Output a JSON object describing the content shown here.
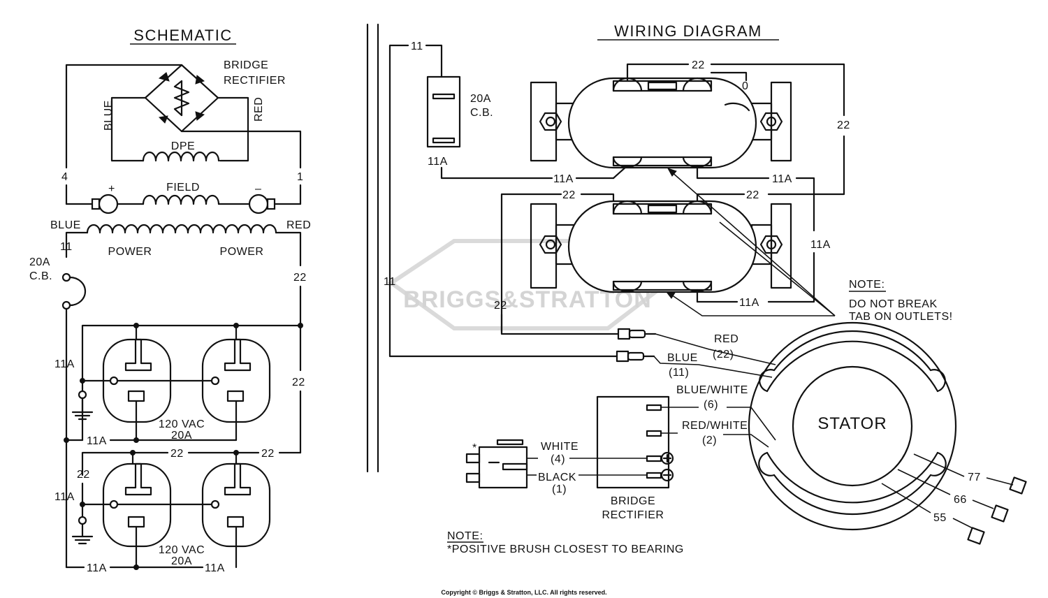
{
  "schematic": {
    "title": "SCHEMATIC",
    "bridge_rectifier": "BRIDGE\nRECTIFIER",
    "blue": "BLUE",
    "red": "RED",
    "dpe": "DPE",
    "field": "FIELD",
    "plus": "+",
    "minus": "–",
    "wire_4": "4",
    "wire_1": "1",
    "blue_left": "BLUE",
    "red_right": "RED",
    "power_1": "POWER",
    "power_2": "POWER",
    "wire_11": "11",
    "cb_20a": "20A",
    "cb": "C.B.",
    "wire_22_a": "22",
    "wire_22_b": "22",
    "wire_11a_a": "11A",
    "wire_11a_b": "11A",
    "outlet_1_label": "120 VAC",
    "outlet_1_amps": "20A",
    "wire_22_c": "22",
    "wire_22_d": "22",
    "wire_22_e": "22",
    "wire_11a_c": "11A",
    "wire_11a_d": "11A",
    "wire_11a_e": "11A",
    "outlet_2_label": "120 VAC",
    "outlet_2_amps": "20A"
  },
  "wiring": {
    "title": "WIRING DIAGRAM",
    "wire_11_top": "11",
    "cb_20a": "20A",
    "cb": "C.B.",
    "wire_11a_cb": "11A",
    "wire_22_top": "22",
    "wire_0": "0",
    "wire_22_right": "22",
    "wire_11a_mid_l": "11A",
    "wire_11a_mid_r": "11A",
    "wire_22_mid_l": "22",
    "wire_22_mid_r": "22",
    "wire_11a_side": "11A",
    "wire_11_left": "11",
    "wire_22_left": "22",
    "wire_11a_low": "11A",
    "note_title": "NOTE:",
    "note_line1": "DO NOT BREAK",
    "note_line2": "TAB ON OUTLETS!",
    "red": "RED",
    "red_num": "(22)",
    "blue": "BLUE",
    "blue_num": "(11)",
    "blue_white": "BLUE/WHITE",
    "blue_white_num": "(6)",
    "red_white": "RED/WHITE",
    "red_white_num": "(2)",
    "white": "WHITE",
    "white_num": "(4)",
    "black": "BLACK",
    "black_num": "(1)",
    "brush_asterisk": "*",
    "bridge_rectifier_1": "BRIDGE",
    "bridge_rectifier_2": "RECTIFIER",
    "stator": "STATOR",
    "wire_77": "77",
    "wire_66": "66",
    "wire_55": "55",
    "note2_title": "NOTE:",
    "note2_text": "*POSITIVE BRUSH CLOSEST TO BEARING"
  },
  "watermark": "BRIGGS&STRATTON",
  "copyright": "Copyright © Briggs & Stratton, LLC. All rights reserved."
}
